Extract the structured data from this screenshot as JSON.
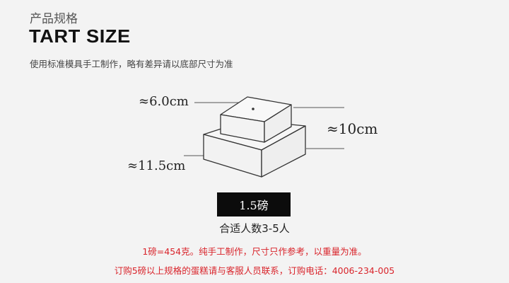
{
  "header": {
    "subtitle_cn": "产品规格",
    "title_en": "TART SIZE",
    "description": "使用标准模具手工制作，略有差异请以底部尺寸为准"
  },
  "dimensions": {
    "top_width": "≈6.0cm",
    "height": "≈10cm",
    "bottom_width": "≈11.5cm"
  },
  "product": {
    "weight": "1.5磅",
    "serves": "合适人数3-5人"
  },
  "notes": {
    "line1": "1磅=454克。纯手工制作，尺寸只作参考，以重量为准。",
    "line2": "订购5磅以上规格的蛋糕请与客服人员联系，订购电话：4006-234-005"
  },
  "colors": {
    "background": "#f3f3f3",
    "accent_red": "#d9242b",
    "label_bg": "#0c0c0c"
  }
}
